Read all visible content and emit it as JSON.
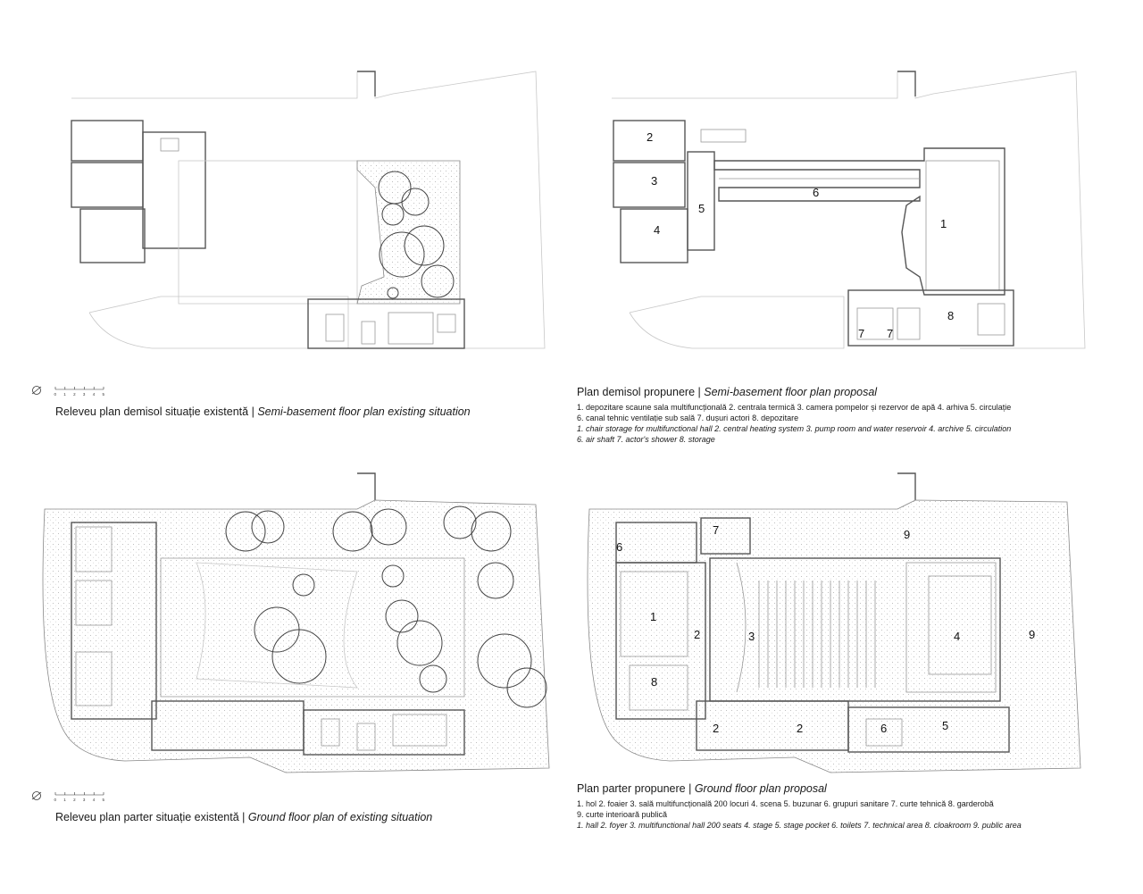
{
  "plans": [
    {
      "id": "semi-basement-existing",
      "title_ro": "Releveu plan demisol situație existentă",
      "title_en": "Semi-basement floor plan existing situation",
      "labels": []
    },
    {
      "id": "semi-basement-proposal",
      "title_ro": "Plan demisol propunere",
      "title_en": "Semi-basement floor plan proposal",
      "legend_ro_1": "1. depozitare scaune sala multifuncțională 2. centrala termică 3. camera pompelor și rezervor de apă 4. arhiva 5. circulație",
      "legend_ro_2": "6. canal tehnic ventilație sub sală 7. dușuri actori 8. depozitare",
      "legend_en_1": "1. chair storage for multifunctional hall 2. central heating system 3. pump room and water reservoir 4. archive 5. circulation",
      "legend_en_2": "6. air shaft 7. actor's shower 8. storage",
      "labels": [
        "1",
        "2",
        "3",
        "4",
        "5",
        "6",
        "7",
        "7",
        "8"
      ]
    },
    {
      "id": "ground-existing",
      "title_ro": "Releveu plan parter situație existentă",
      "title_en": "Ground floor plan of existing situation",
      "labels": []
    },
    {
      "id": "ground-proposal",
      "title_ro": "Plan parter propunere",
      "title_en": "Ground floor plan proposal",
      "legend_ro_1": "1. hol 2. foaier 3. sală multifuncțională 200 locuri 4. scena 5. buzunar 6. grupuri sanitare 7. curte tehnică 8. garderobă",
      "legend_ro_2": "9. curte interioară publică",
      "legend_en_1": "1. hall 2. foyer 3. multifunctional hall 200 seats 4. stage 5. stage pocket 6. toilets 7. technical area 8. cloakroom 9. public area",
      "labels": [
        "1",
        "2",
        "2",
        "2",
        "3",
        "4",
        "5",
        "6",
        "6",
        "7",
        "8",
        "9",
        "9"
      ]
    }
  ],
  "scale_bar": {
    "ticks": [
      "0",
      "1",
      "2",
      "3",
      "4",
      "5"
    ]
  }
}
